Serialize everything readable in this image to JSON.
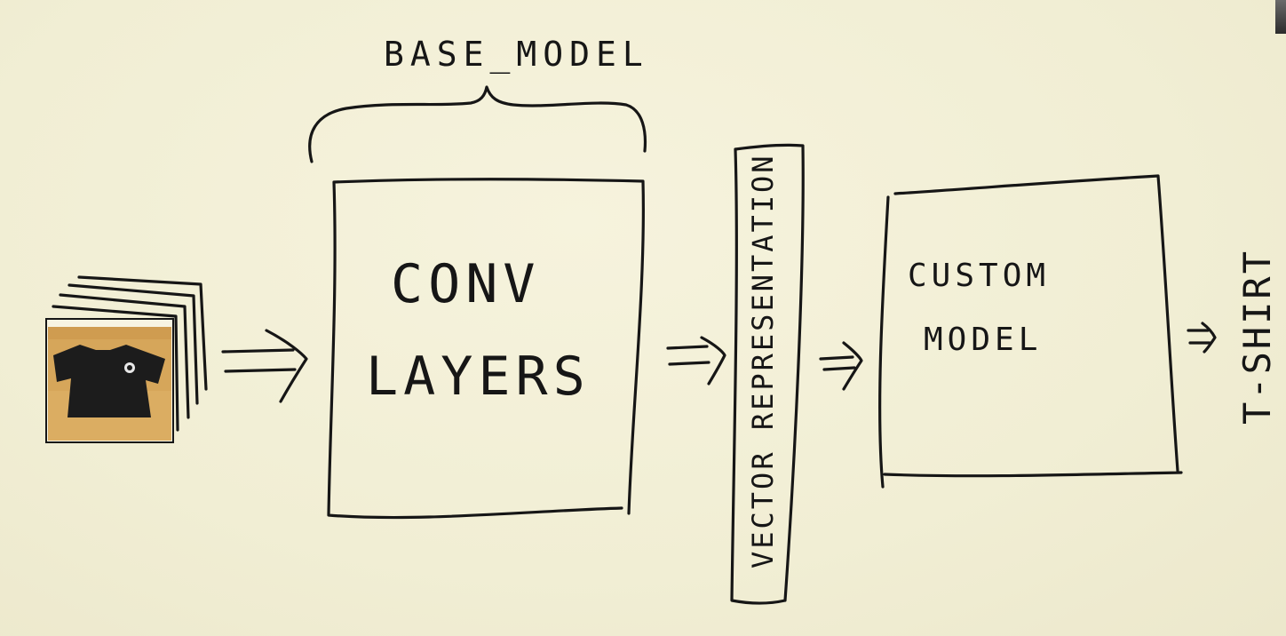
{
  "diagram": {
    "title": "BASE_MODEL",
    "conv_block": {
      "line1": "CONV",
      "line2": "LAYERS"
    },
    "vector_label": "VECTOR REPRESENTATION",
    "custom_block": {
      "line1": "CUSTOM",
      "line2": "MODEL"
    },
    "output_label": "T-SHIRT",
    "input_icon": "tshirt-photo-stack-icon"
  },
  "colors": {
    "background": "#f2efd7",
    "ink": "#161616",
    "shirt": "#1c1c1c",
    "photo_background": "#d6a65a"
  }
}
